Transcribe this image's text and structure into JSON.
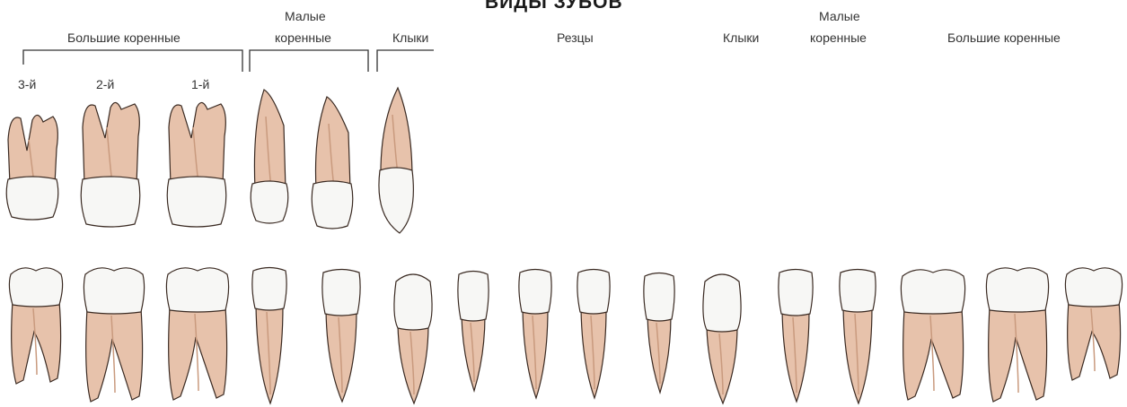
{
  "title": "ВИДЫ ЗУБОВ",
  "groups": {
    "left_large_molars": "Большие коренные",
    "left_small_molars_line1": "Малые",
    "left_small_molars_line2": "коренные",
    "left_canines": "Клыки",
    "incisors": "Резцы",
    "right_canines": "Клыки",
    "right_small_molars_line1": "Малые",
    "right_small_molars_line2": "коренные",
    "right_large_molars": "Большие коренные"
  },
  "molar_numbers": [
    "3-й",
    "2-й",
    "1-й"
  ],
  "colors": {
    "root": "#e7c2ab",
    "root_shadow": "#c99a7e",
    "crown": "#f7f7f5",
    "outline": "#3a2a22",
    "bracket": "#333333"
  },
  "upper_teeth": [
    "molar",
    "molar",
    "molar",
    "premolar",
    "premolar",
    "canine"
  ],
  "lower_teeth": [
    "molar",
    "molar",
    "molar",
    "premolar",
    "premolar",
    "canine",
    "incisor",
    "incisor",
    "incisor",
    "incisor",
    "canine",
    "premolar",
    "premolar",
    "molar",
    "molar",
    "molar"
  ]
}
